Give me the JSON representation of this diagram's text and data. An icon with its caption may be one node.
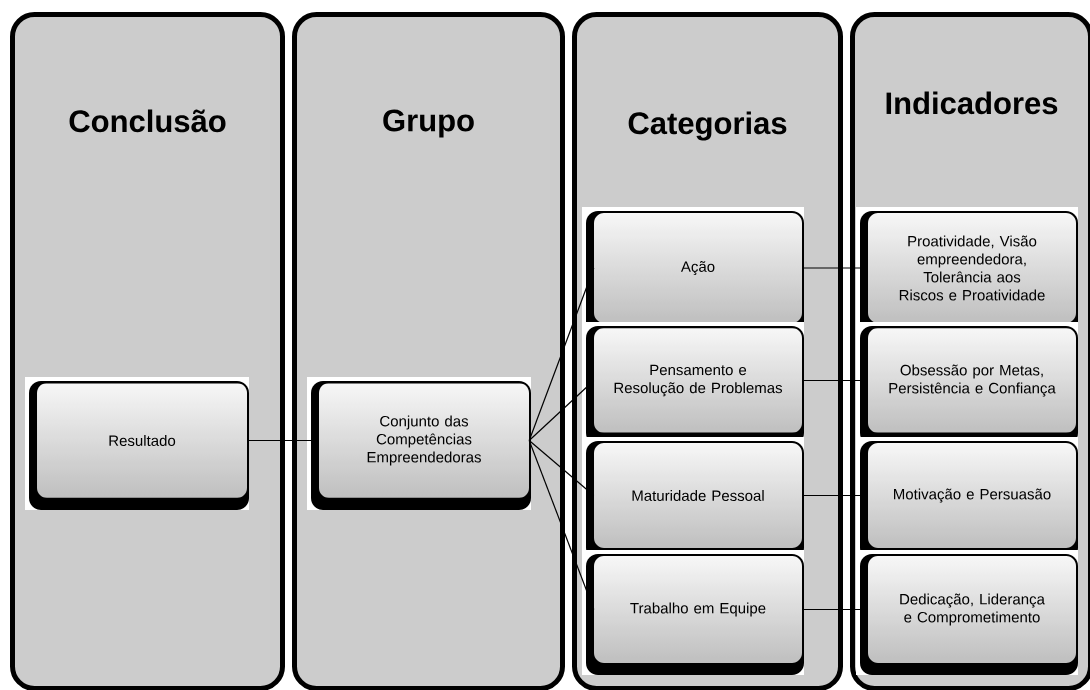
{
  "diagram": {
    "nodes": [
      {
        "text": [
          "Conclusão"
        ]
      },
      {
        "text": [
          "Resultado"
        ],
        "in": 0
      },
      {
        "text": [
          "Grupo"
        ]
      },
      {
        "text": [
          "Conjunto das Competências Empreendedoras"
        ],
        "in": 2
      },
      {
        "text": [
          "Categorias"
        ]
      },
      {
        "text": [
          "Ação"
        ],
        "in": 4
      },
      {
        "text": [
          "Pensamento e Resolução de Problemas"
        ],
        "in": 4
      },
      {
        "text": [
          "Maturidade Pessoal"
        ],
        "in": 4
      },
      {
        "text": [
          "Trabalho em Equipe"
        ],
        "in": 4
      },
      {
        "text": [
          "Indicadores"
        ]
      },
      {
        "text": [
          "Proatividade, Visão empreendedora, Tolerância aos Riscos e Proatividade"
        ],
        "in": 9
      },
      {
        "text": [
          "Obsessão por Metas, Persistência e Confiança"
        ],
        "in": 9
      },
      {
        "text": [
          "Motivação e Persuasão"
        ],
        "in": 9
      },
      {
        "text": [
          "Dedicação, Liderança e Comprometimento"
        ],
        "in": 9
      }
    ],
    "edges": [
      {
        "from": 1,
        "to": 3,
        "arrow": "none"
      },
      {
        "from": 3,
        "to": 5,
        "arrow": "none"
      },
      {
        "from": 3,
        "to": 6,
        "arrow": "none"
      },
      {
        "from": 3,
        "to": 7,
        "arrow": "none"
      },
      {
        "from": 3,
        "to": 8,
        "arrow": "none"
      },
      {
        "from": 5,
        "to": 10,
        "arrow": "none"
      },
      {
        "from": 6,
        "to": 11,
        "arrow": "none"
      },
      {
        "from": 7,
        "to": 12,
        "arrow": "none"
      },
      {
        "from": 8,
        "to": 13,
        "arrow": "none"
      }
    ]
  }
}
